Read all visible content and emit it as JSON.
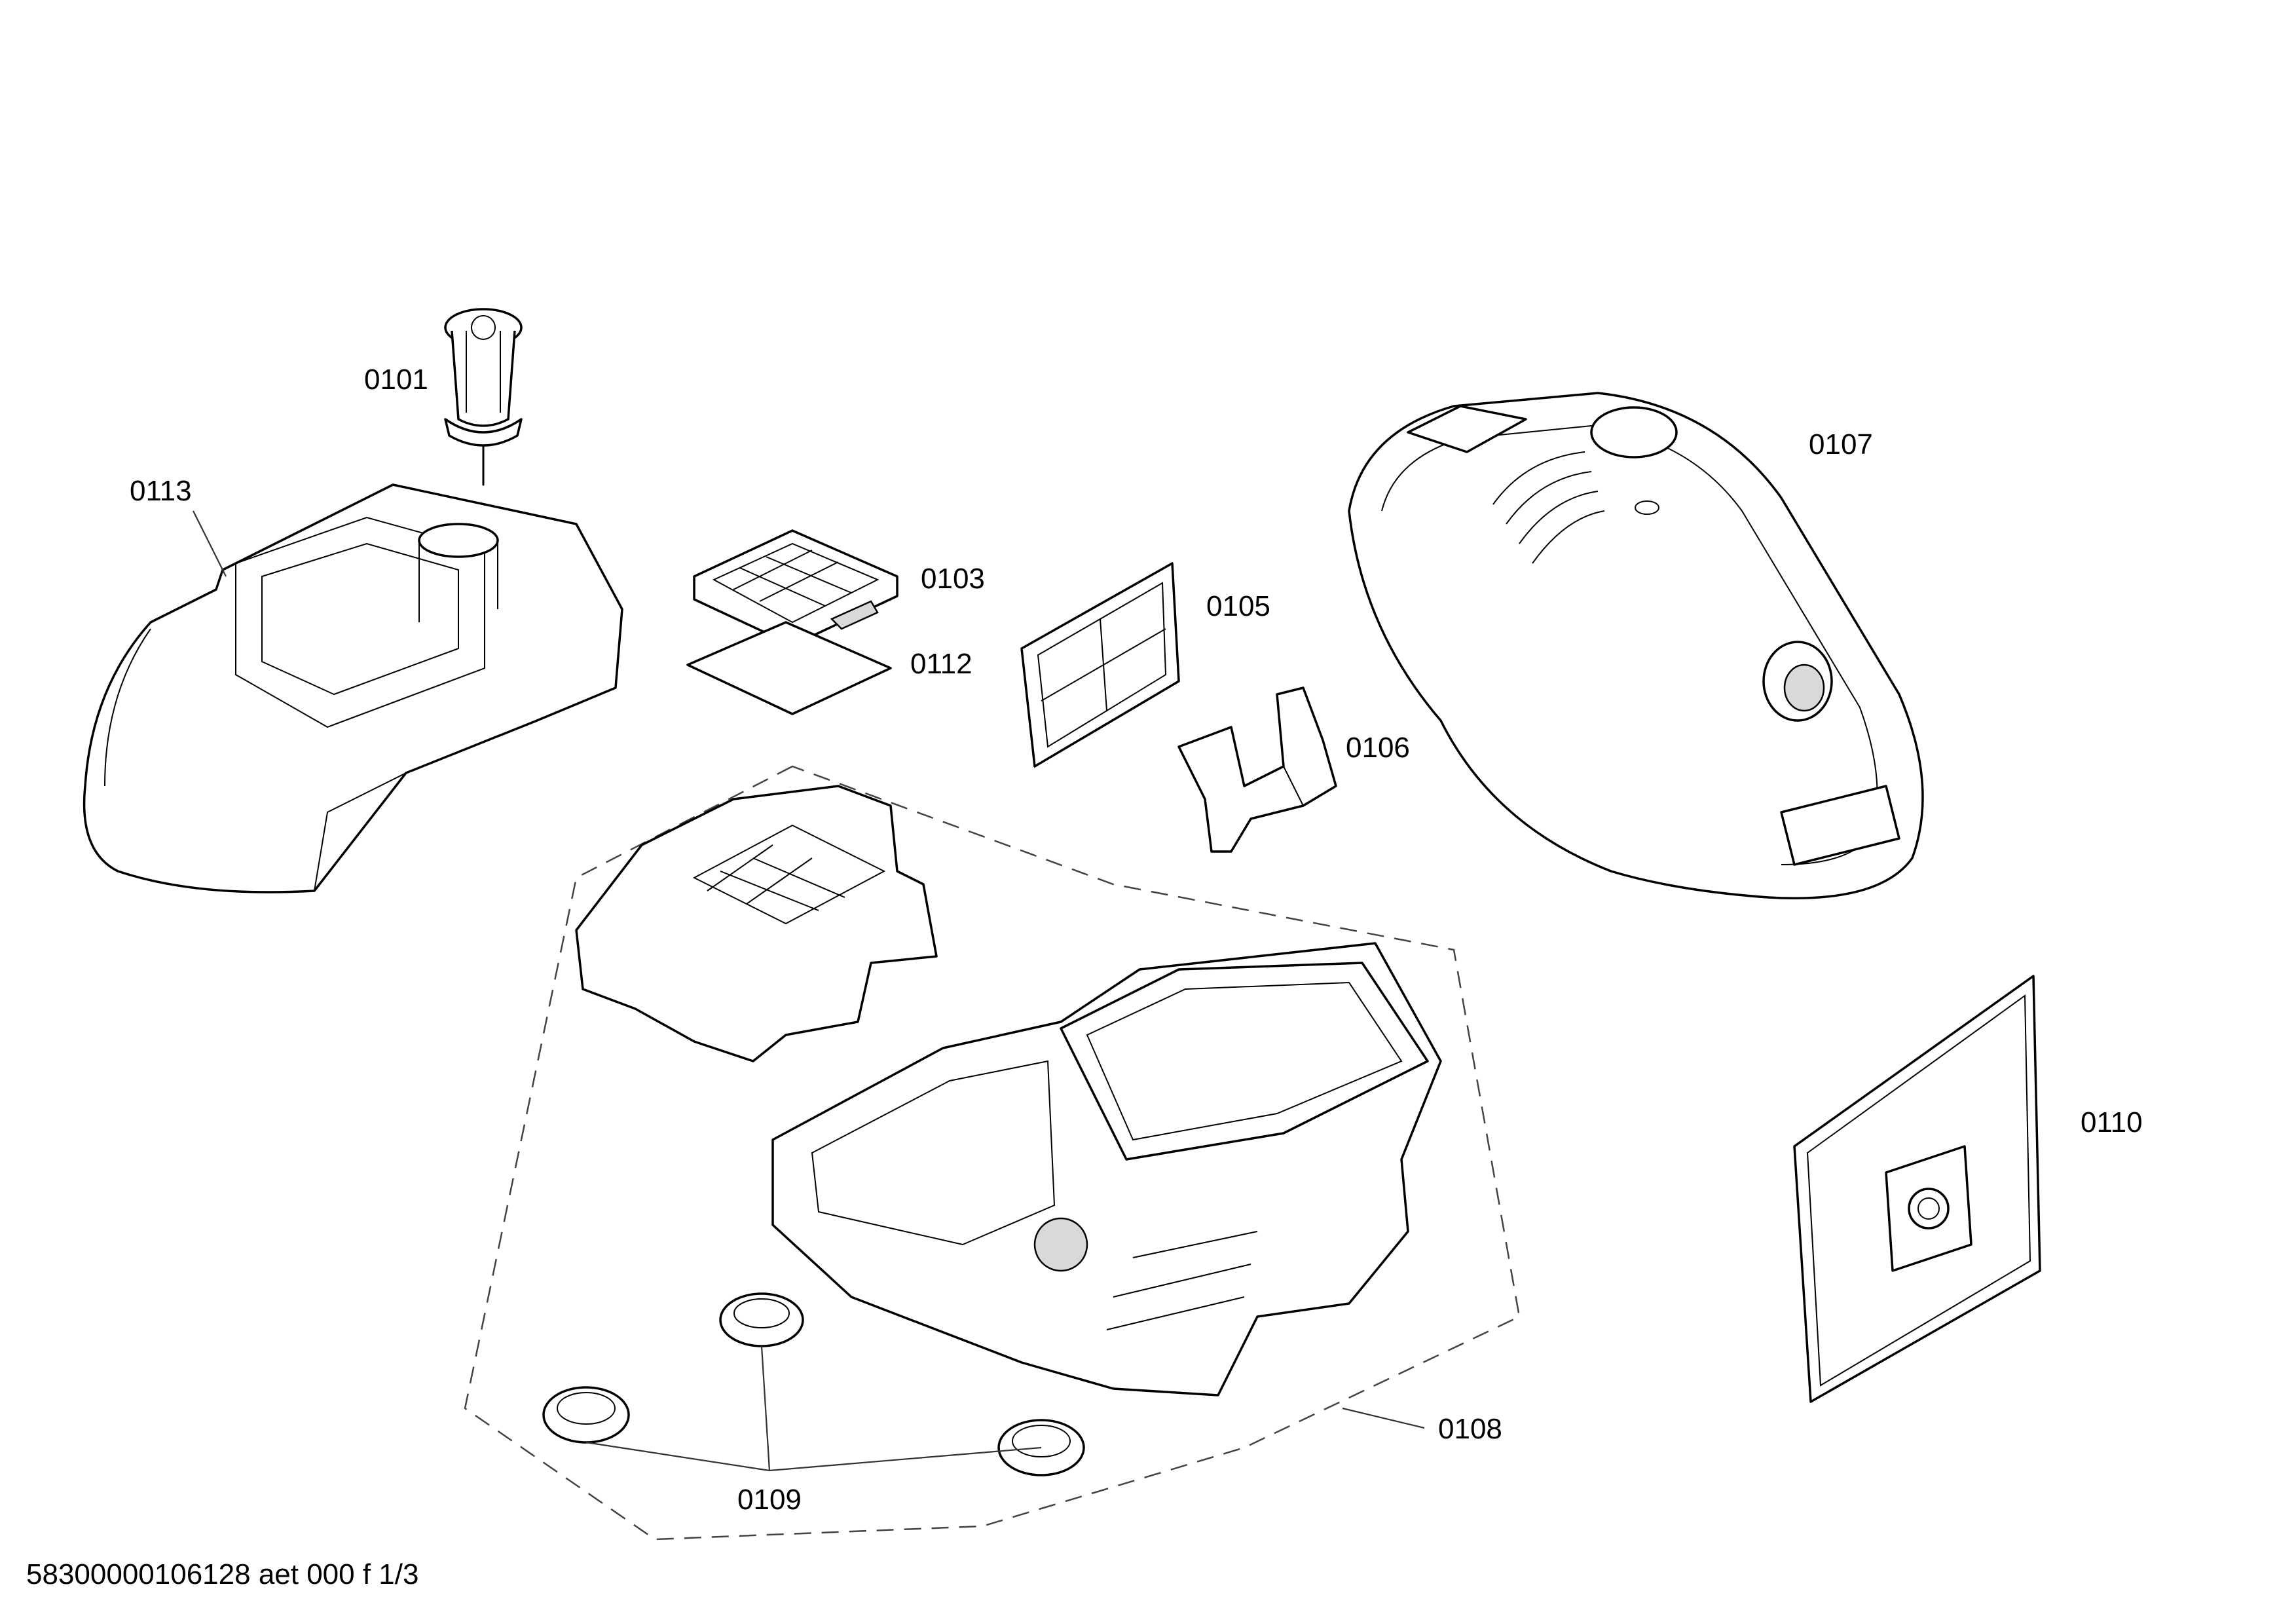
{
  "parts": [
    {
      "id": "0101"
    },
    {
      "id": "0103"
    },
    {
      "id": "0105"
    },
    {
      "id": "0106"
    },
    {
      "id": "0107"
    },
    {
      "id": "0108"
    },
    {
      "id": "0109"
    },
    {
      "id": "0110"
    },
    {
      "id": "0112"
    },
    {
      "id": "0113"
    }
  ],
  "footer": "58300000106128 aet 000 f 1/3"
}
